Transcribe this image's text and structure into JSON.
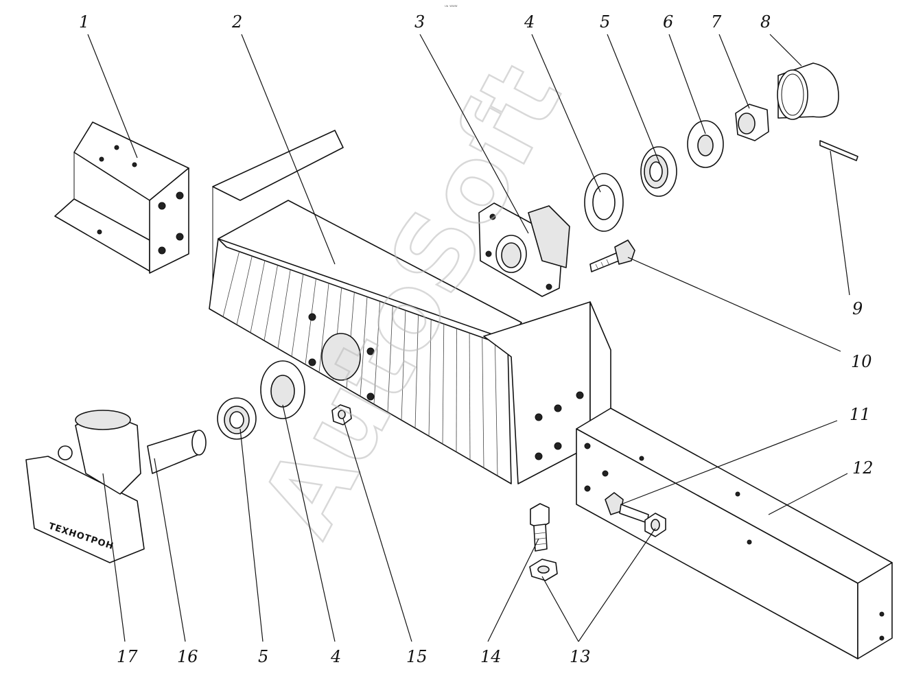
{
  "corner_mark": "ᵁᵇ ᵂᵂᵂ",
  "watermark": "AutoSoft",
  "brand_plate": "ТЕХНОТРОН",
  "callouts": [
    {
      "id": "c1",
      "label": "1"
    },
    {
      "id": "c2",
      "label": "2"
    },
    {
      "id": "c3",
      "label": "3"
    },
    {
      "id": "c4top",
      "label": "4"
    },
    {
      "id": "c5top",
      "label": "5"
    },
    {
      "id": "c6",
      "label": "6"
    },
    {
      "id": "c7",
      "label": "7"
    },
    {
      "id": "c8",
      "label": "8"
    },
    {
      "id": "c9",
      "label": "9"
    },
    {
      "id": "c10",
      "label": "10"
    },
    {
      "id": "c11",
      "label": "11"
    },
    {
      "id": "c12",
      "label": "12"
    },
    {
      "id": "c17",
      "label": "17"
    },
    {
      "id": "c16",
      "label": "16"
    },
    {
      "id": "c5bot",
      "label": "5"
    },
    {
      "id": "c4bot",
      "label": "4"
    },
    {
      "id": "c15",
      "label": "15"
    },
    {
      "id": "c14",
      "label": "14"
    },
    {
      "id": "c13",
      "label": "13"
    }
  ]
}
